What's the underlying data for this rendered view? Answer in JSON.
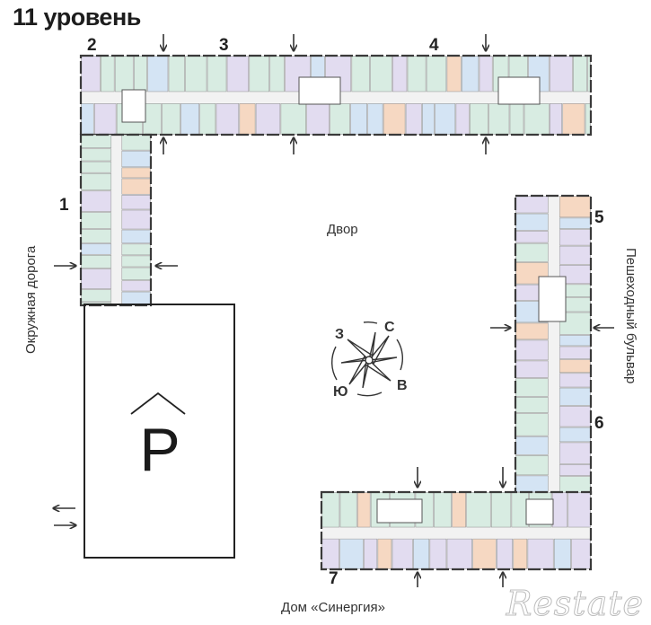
{
  "title": "11 уровень",
  "sections": [
    "1",
    "2",
    "3",
    "4",
    "5",
    "6",
    "7"
  ],
  "labels": {
    "courtyard": "Двор",
    "ring_road": "Окружная дорога",
    "pedestrian_boulevard": "Пешеходный бульвар",
    "building": "Дом «Синергия»"
  },
  "parking": {
    "letter": "P"
  },
  "compass": {
    "north": "С",
    "east": "В",
    "south": "Ю",
    "west": "З"
  },
  "watermark": "Restate",
  "colors": {
    "green": "#d8ece2",
    "purple": "#e2dcf0",
    "blue": "#d4e4f4",
    "orange": "#f6d8c2",
    "wall": "#3a3a3a",
    "corridor": "#f2f2f2"
  }
}
